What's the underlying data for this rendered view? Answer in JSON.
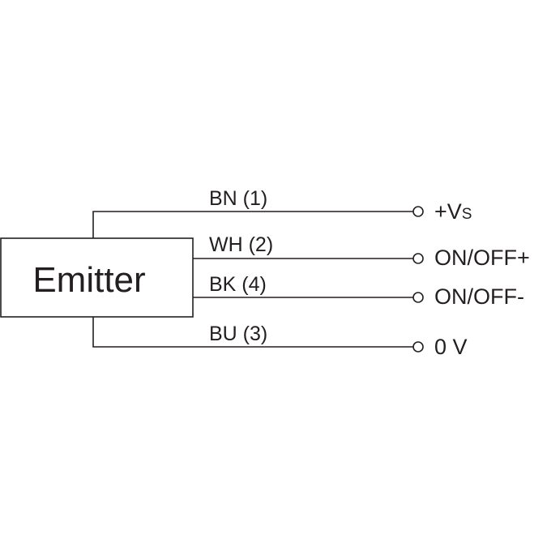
{
  "component": {
    "name": "Emitter"
  },
  "wires": [
    {
      "id": "bn",
      "label": "BN (1)",
      "terminal": "+Vs",
      "terminal_main": "+V",
      "terminal_sub": "S"
    },
    {
      "id": "wh",
      "label": "WH (2)",
      "terminal": "ON/OFF+"
    },
    {
      "id": "bk",
      "label": "BK (4)",
      "terminal": "ON/OFF-"
    },
    {
      "id": "bu",
      "label": "BU (3)",
      "terminal": "0 V"
    }
  ],
  "colors": {
    "line": "#231f20",
    "background": "#ffffff"
  }
}
